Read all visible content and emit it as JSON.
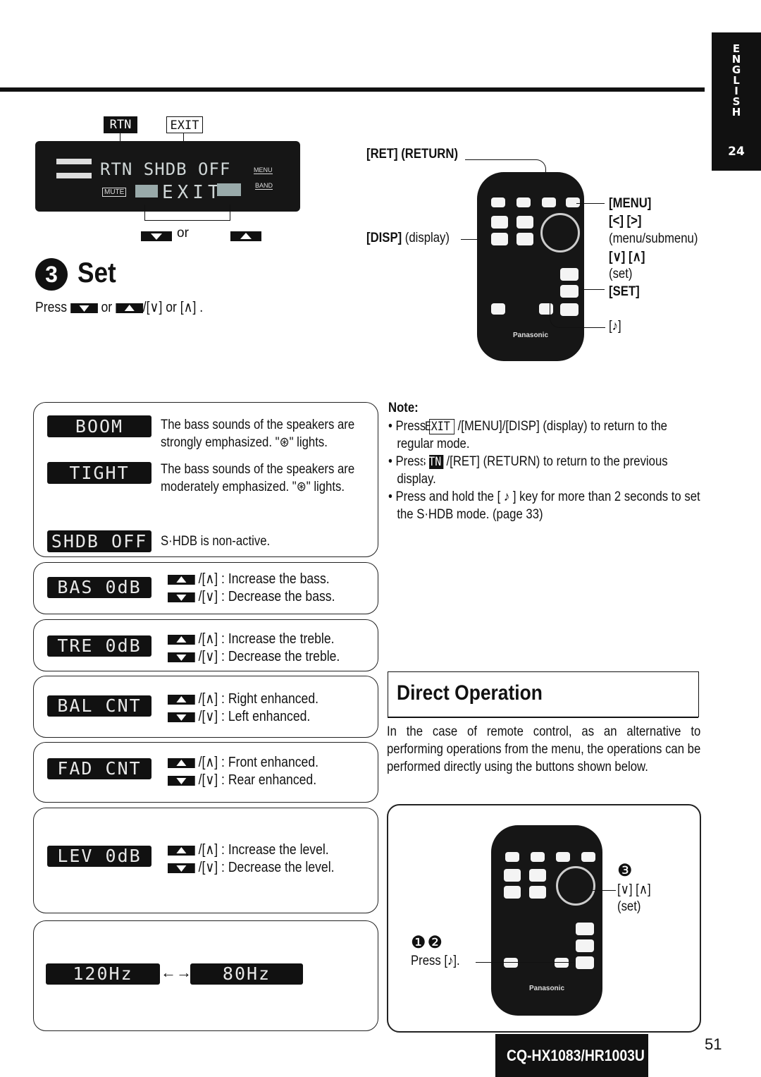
{
  "side_tab": {
    "letters": "E N G L I S H",
    "page": "24"
  },
  "display": {
    "rtn_key": "RTN",
    "exit_key": "EXIT",
    "lcd_top": "RTN SHDB OFF",
    "lcd_bottom": "EXIT",
    "lcd_menu": "MENU",
    "lcd_band": "BAND",
    "lcd_mute": "MUTE",
    "or_text": "or"
  },
  "step": {
    "number": "3",
    "title": "Set",
    "press_prefix": "Press",
    "press_or": "or",
    "press_suffix": "/[∨] or [∧] ."
  },
  "remote_top": {
    "ret_label": "[RET] (RETURN)",
    "disp_label": "[DISP]",
    "disp_suffix": "(display)",
    "menu_label": "[MENU]",
    "arrows_lr": "[<] [>]",
    "menu_sub": "(menu/submenu)",
    "arrows_ud": "[∨] [∧]",
    "set_paren": "(set)",
    "set_label": "[SET]",
    "note_key": "[♪]",
    "brand": "Panasonic"
  },
  "panels": {
    "boom": {
      "lcd": "BOOM",
      "text": "The bass sounds of the speakers are strongly emphasized. \"⊛\" lights."
    },
    "tight": {
      "lcd": "TIGHT",
      "text": "The bass sounds of the speakers are moderately emphasized. \"⊛\" lights."
    },
    "shdb_off": {
      "lcd": "SHDB OFF",
      "text": "S·HDB is non-active."
    },
    "bass": {
      "lcd": "BAS   0dB",
      "up": "/[∧] : Increase the bass.",
      "down": "/[∨] : Decrease the bass."
    },
    "treble": {
      "lcd": "TRE   0dB",
      "up": "/[∧] : Increase the treble.",
      "down": "/[∨] : Decrease the treble."
    },
    "balance": {
      "lcd": "BAL  CNT",
      "up": "/[∧] : Right enhanced.",
      "down": "/[∨] : Left enhanced."
    },
    "fader": {
      "lcd": "FAD  CNT",
      "up": "/[∧] : Front enhanced.",
      "down": "/[∨] : Rear enhanced."
    },
    "level": {
      "lcd": "LEV   0dB",
      "up": "/[∧] : Increase the level.",
      "down": "/[∨] : Decrease the level."
    },
    "freq": {
      "lcd_a": "120Hz",
      "lcd_b": "80Hz",
      "arrow": "←→"
    }
  },
  "note": {
    "title": "Note:",
    "items": [
      {
        "pre": "Press",
        "key": "EXIT",
        "post": "/[MENU]/[DISP] (display) to return to the regular mode."
      },
      {
        "pre": "Press",
        "key": "RTN",
        "post": "/[RET] (RETURN) to return to the previous display."
      },
      {
        "pre": "",
        "key": "",
        "post": "Press and hold the [ ♪ ] key for more than 2 seconds to set the S·HDB mode. (page 33)"
      }
    ]
  },
  "direct": {
    "title": "Direct Operation",
    "body": "In the case of remote control, as an alternative to performing operations from the menu, the operations can be performed directly using the buttons shown below.",
    "step3": "❸",
    "arrows": "[∨] [∧]",
    "set_paren": "(set)",
    "step12": "❶❷",
    "press_note": "Press [♪].",
    "brand": "Panasonic"
  },
  "footer": {
    "model": "CQ-HX1083/HR1003U",
    "page": "51"
  }
}
